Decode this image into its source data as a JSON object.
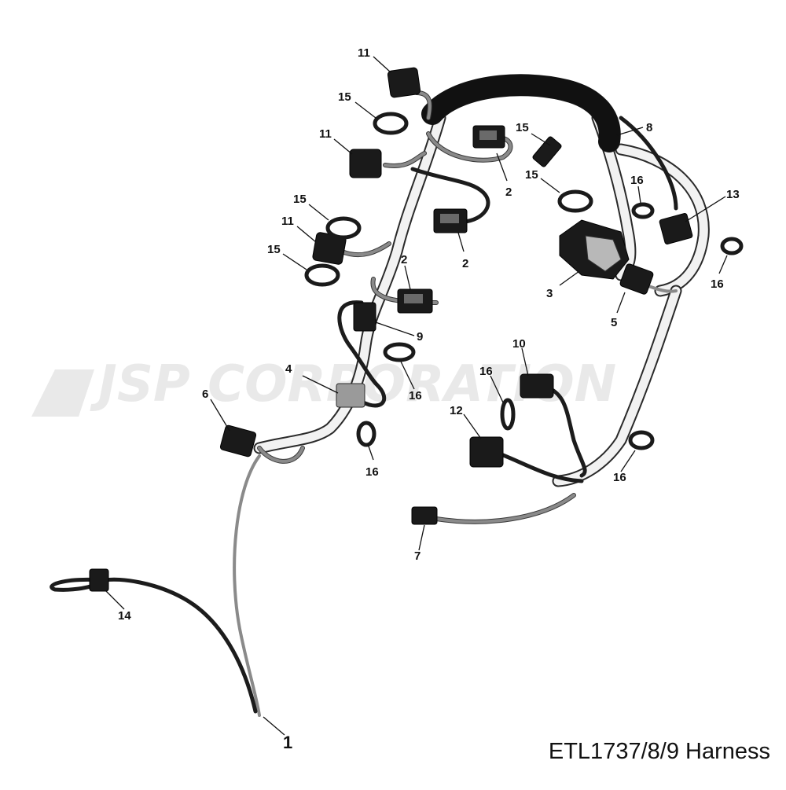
{
  "watermark": "JSP CORPORATION",
  "caption": "ETL1737/8/9 Harness",
  "callouts": {
    "c1": "1",
    "c2a": "2",
    "c2b": "2",
    "c2c": "2",
    "c3": "3",
    "c4": "4",
    "c5": "5",
    "c6": "6",
    "c7": "7",
    "c8": "8",
    "c9": "9",
    "c10": "10",
    "c11a": "11",
    "c11b": "11",
    "c11c": "11",
    "c12": "12",
    "c13": "13",
    "c14": "14",
    "c15a": "15",
    "c15b": "15",
    "c15c": "15",
    "c15d": "15",
    "c15e": "15",
    "c16a": "16",
    "c16b": "16",
    "c16c": "16",
    "c16d": "16",
    "c16e": "16",
    "c16f": "16"
  },
  "colors": {
    "ink": "#111111",
    "wire_grey": "#8a8a8a",
    "loom_dark": "#1c1c1c",
    "watermark": "#e9e9e9"
  }
}
